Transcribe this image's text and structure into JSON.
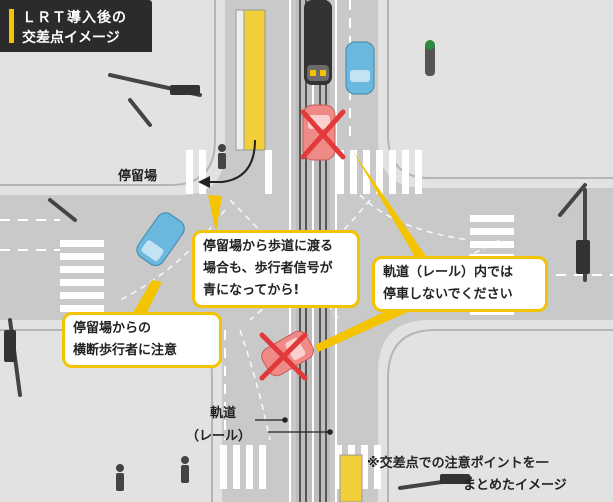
{
  "title": {
    "line1": "ＬＲＴ導入後の",
    "line2": "交差点イメージ"
  },
  "callouts": {
    "stop_crossing": [
      "停留場から歩道に渡る",
      "場合も、歩行者信号が",
      "青になってから!"
    ],
    "no_stopping": [
      "軌道（レール）内では",
      "停車しないでください"
    ],
    "watch_pedestrians": [
      "停留場からの",
      "横断歩行者に注意"
    ]
  },
  "labels": {
    "stop": "停留場",
    "track_line1": "軌道",
    "track_line2": "（レール）"
  },
  "footnote": {
    "line1": "※交差点での注意ポイントを一",
    "line2": "まとめたイメージ"
  },
  "colors": {
    "accent_yellow": "#f4c400",
    "road_gray": "#c9c9c9",
    "block_gray": "#e2e2e2",
    "lrt_yellow": "#f0cf3a",
    "car_blue": "#6bb8de",
    "car_red": "#ef8a86",
    "x_mark_red": "#e23a3a"
  }
}
